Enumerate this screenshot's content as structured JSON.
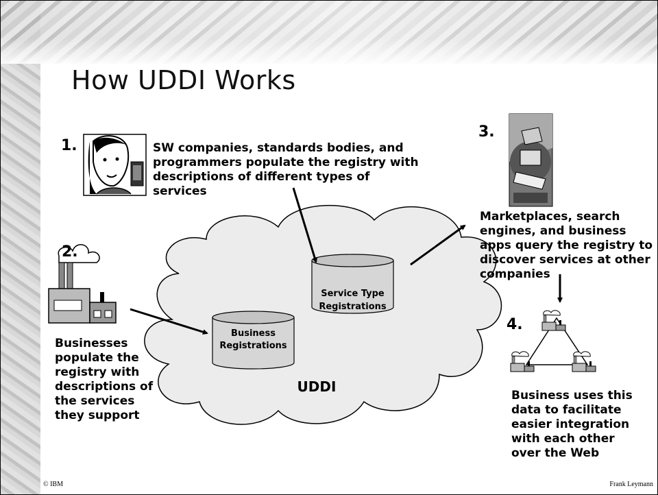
{
  "title": "How UDDI Works",
  "steps": {
    "s1": {
      "number": "1.",
      "text": "SW companies, standards bodies, and programmers populate the registry with descriptions of different types of services"
    },
    "s2": {
      "number": "2.",
      "text": "Businesses populate the registry with descriptions of the services they support"
    },
    "s3": {
      "number": "3.",
      "text": "Marketplaces, search engines, and business apps query the registry to discover services at other companies"
    },
    "s4": {
      "number": "4.",
      "text": "Business uses this data to facilitate easier integration with each other over the Web"
    }
  },
  "cloud_label": "UDDI",
  "databases": {
    "business": {
      "line1": "Business",
      "line2": "Registrations"
    },
    "service_type": {
      "line1": "Service Type",
      "line2": "Registrations"
    }
  },
  "footer": {
    "left": "© IBM",
    "right": "Frank Leymann"
  }
}
